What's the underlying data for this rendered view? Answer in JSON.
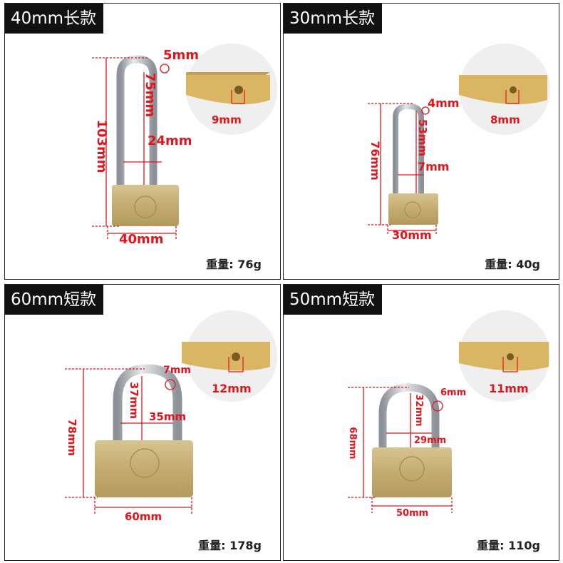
{
  "panels": [
    {
      "title": "40mm长款",
      "weight_label": "重量:",
      "weight_value": "76g",
      "dims": {
        "width": "40mm",
        "total_height": "103mm",
        "shackle_height": "75mm",
        "inner_width": "24mm",
        "shackle_dia": "5mm",
        "keyhole": "9mm"
      }
    },
    {
      "title": "30mm长款",
      "weight_label": "重量:",
      "weight_value": "40g",
      "dims": {
        "width": "30mm",
        "total_height": "76mm",
        "shackle_height": "53mm",
        "inner_width": "7mm",
        "shackle_dia": "4mm",
        "keyhole": "8mm"
      }
    },
    {
      "title": "60mm短款",
      "weight_label": "重量:",
      "weight_value": "178g",
      "dims": {
        "width": "60mm",
        "total_height": "78mm",
        "shackle_height": "37mm",
        "inner_width": "35mm",
        "shackle_dia": "7mm",
        "keyhole": "12mm"
      }
    },
    {
      "title": "50mm短款",
      "weight_label": "重量:",
      "weight_value": "110g",
      "dims": {
        "width": "50mm",
        "total_height": "68mm",
        "shackle_height": "32mm",
        "inner_width": "29mm",
        "shackle_dia": "6mm",
        "keyhole": "11mm"
      }
    }
  ],
  "colors": {
    "dimension_red": "#e3141c",
    "brass": "#c9b27a",
    "steel": "#b8bcc2",
    "tag_bg": "#111111"
  },
  "icons": {
    "lock_body": "brass-padlock-body",
    "shackle": "steel-shackle",
    "keyhole_inset": "keyhole-closeup-inset"
  }
}
